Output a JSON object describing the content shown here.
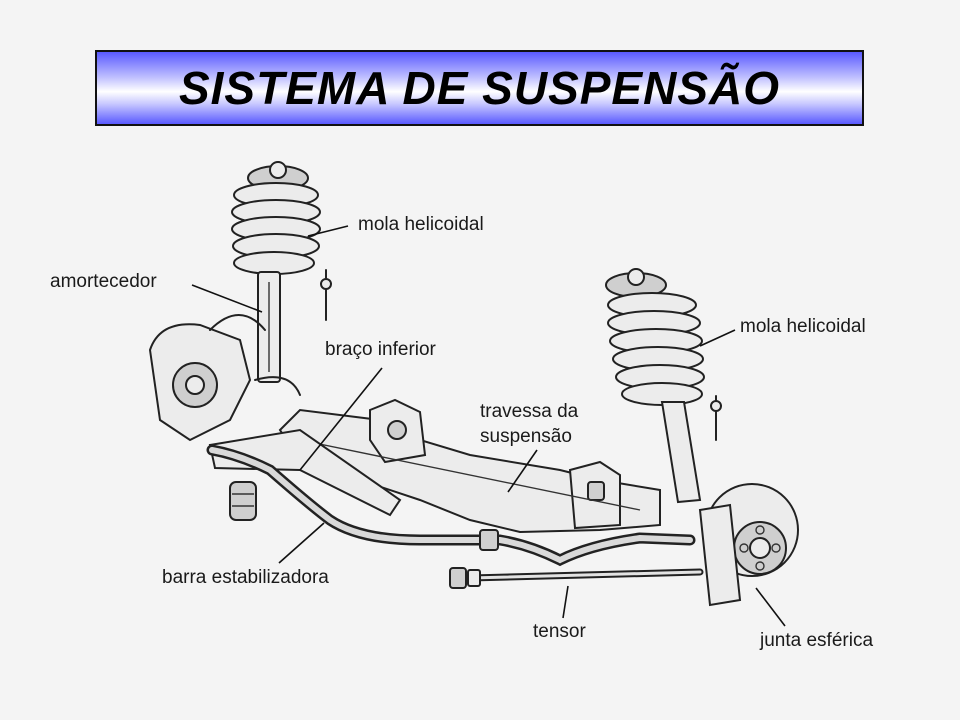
{
  "title": "SISTEMA DE SUSPENSÃO",
  "labels": {
    "mola_helicoidal_left": "mola helicoidal",
    "amortecedor": "amortecedor",
    "mola_helicoidal_right": "mola helicoidal",
    "braco_inferior": "braço inferior",
    "travessa_line1": "travessa da",
    "travessa_line2": "suspensão",
    "barra_estabilizadora": "barra estabilizadora",
    "tensor": "tensor",
    "junta_esferica": "junta esférica"
  },
  "colors": {
    "title_gradient_edge": "#5a5aff",
    "title_gradient_center": "#ffffff",
    "background": "#f4f4f4"
  }
}
